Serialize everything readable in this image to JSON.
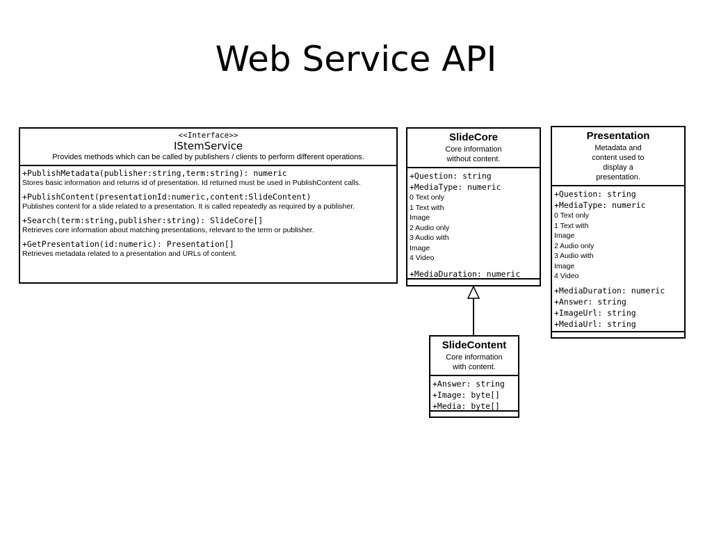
{
  "slide": {
    "title": "Web Service API"
  },
  "istem_service": {
    "stereotype": "<<Interface>>",
    "name": "IStemService",
    "description": "Provides methods which can be called by publishers / clients to perform different operations.",
    "operations": [
      {
        "signature": "+PublishMetadata(publisher:string,term:string): numeric",
        "description": "Stores basic information and returns id of presentation. Id returned must be used in PublishContent calls."
      },
      {
        "signature": "+PublishContent(presentationId:numeric,content:SlideContent)",
        "description": "Publishes content for a slide related to a presentation. It is called repeatedly as required by a publisher."
      },
      {
        "signature": "+Search(term:string,publisher:string): SlideCore[]",
        "description": "Retrieves core information about matching presentations, relevant to the term or publisher."
      },
      {
        "signature": "+GetPresentation(id:numeric): Presentation[]",
        "description": "Retrieves metadata related to a presentation and URLs of content."
      }
    ]
  },
  "slide_core": {
    "name": "SlideCore",
    "description_lines": [
      "Core information",
      "without content."
    ],
    "attr_question": "+Question: string",
    "attr_media_type": "+MediaType: numeric",
    "media_type_values": [
      "0 Text only",
      "1 Text with",
      "Image",
      "2 Audio only",
      "3 Audio with",
      "Image",
      "4 Video"
    ],
    "attr_media_duration": "+MediaDuration: numeric"
  },
  "slide_content": {
    "name": "SlideContent",
    "description_lines": [
      "Core information",
      "with content."
    ],
    "attributes": [
      "+Answer: string",
      "+Image: byte[]",
      "+Media: byte[]"
    ]
  },
  "presentation": {
    "name": "Presentation",
    "description_lines": [
      "Metadata and",
      "content used to",
      "display a",
      "presentation."
    ],
    "attr_question": "+Question: string",
    "attr_media_type": "+MediaType: numeric",
    "media_type_values": [
      "0 Text only",
      "1 Text with",
      "Image",
      "2 Audio only",
      "3 Audio with",
      "Image",
      "4 Video"
    ],
    "attributes": [
      "+MediaDuration: numeric",
      "+Answer: string",
      "+ImageUrl: string",
      "+MediaUrl: string"
    ]
  },
  "generalization": {
    "from": "SlideContent",
    "to": "SlideCore"
  }
}
